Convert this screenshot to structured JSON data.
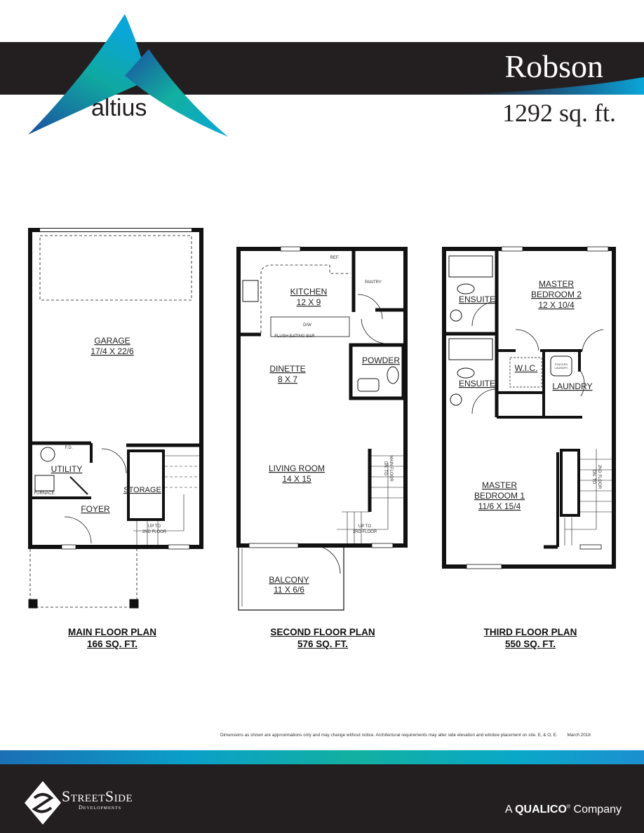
{
  "header": {
    "brand": "altius",
    "model_name": "Robson",
    "total_area": "1292 sq. ft.",
    "colors": {
      "band": "#231f20",
      "accent_blue": "#1565b0",
      "accent_teal": "#12b0a0"
    }
  },
  "plans": {
    "main": {
      "caption_title": "MAIN FLOOR PLAN",
      "caption_area": "166 SQ. FT.",
      "rooms": {
        "garage": "GARAGE",
        "garage_dim": "17/4 X 22/6",
        "utility": "UTILITY",
        "fd": "F.D.",
        "furnace": "FURNACE",
        "storage": "STORAGE",
        "foyer": "FOYER",
        "stair_up_1": "UP TO",
        "stair_up_2": "2ND FLOOR"
      }
    },
    "second": {
      "caption_title": "SECOND FLOOR PLAN",
      "caption_area": "576 SQ. FT.",
      "rooms": {
        "kitchen": "KITCHEN",
        "kitchen_dim": "12 X 9",
        "ref": "REF.",
        "pantry": "PANTRY",
        "dw": "D/W",
        "eating_bar": "FLUSH EATING BAR",
        "powder": "POWDER",
        "dinette": "DINETTE",
        "dinette_dim": "8 X 7",
        "living": "LIVING ROOM",
        "living_dim": "14 X 15",
        "balcony": "BALCONY",
        "balcony_dim": "11 X 6/6",
        "stair_dn_1": "DN. TO",
        "stair_dn_2": "MAIN FLOOR",
        "stair_up_1": "UP TO",
        "stair_up_2": "3RD FLOOR"
      }
    },
    "third": {
      "caption_title": "THIRD FLOOR PLAN",
      "caption_area": "550 SQ. FT.",
      "rooms": {
        "ensuite_1": "ENSUITE",
        "ensuite_2": "ENSUITE",
        "mb2_1": "MASTER",
        "mb2_2": "BEDROOM 2",
        "mb2_dim": "12 X 10/4",
        "wic": "W.I.C.",
        "laundry": "LAUNDRY",
        "stacked_1": "STACKED",
        "stacked_2": "LAUNDRY",
        "mb1_1": "MASTER",
        "mb1_2": "BEDROOM 1",
        "mb1_dim": "11/6 X 15/4",
        "stair_dn_1": "DN. TO",
        "stair_dn_2": "2ND FLOOR"
      }
    }
  },
  "disclaimer": "Dimensions as shown are approximations only and may change without notice. Architectural requirements may alter side elevation and window placement on site. E, & O, E.",
  "date": "March 2018",
  "footer": {
    "developer": "StreetSide",
    "developer_sub": "Developments",
    "parent_prefix": "A",
    "parent_name": "QUALICO",
    "parent_mark": "®",
    "parent_suffix": "Company"
  }
}
